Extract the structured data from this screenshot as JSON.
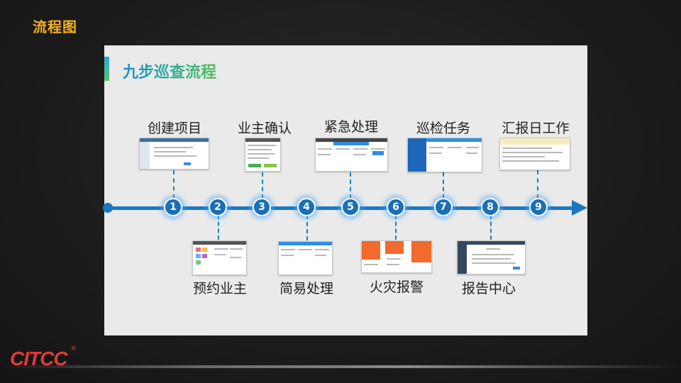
{
  "slide_title": "流程图",
  "panel_title": "九步巡查流程",
  "steps": [
    {
      "number": "1",
      "label": "创建项目"
    },
    {
      "number": "2",
      "label": "预约业主"
    },
    {
      "number": "3",
      "label": "业主确认"
    },
    {
      "number": "4",
      "label": "简易处理"
    },
    {
      "number": "5",
      "label": "紧急处理"
    },
    {
      "number": "6",
      "label": "火灾报警"
    },
    {
      "number": "7",
      "label": "巡检任务"
    },
    {
      "number": "8",
      "label": "报告中心"
    },
    {
      "number": "9",
      "label": "汇报日工作"
    }
  ],
  "logo": {
    "text": "CITCC",
    "mark": "®"
  },
  "colors": {
    "title_orange": "#f5b21e",
    "timeline_blue": "#1a78c2",
    "panel_bg": "#eaeaea",
    "fire_orange": "#f26a2d"
  }
}
